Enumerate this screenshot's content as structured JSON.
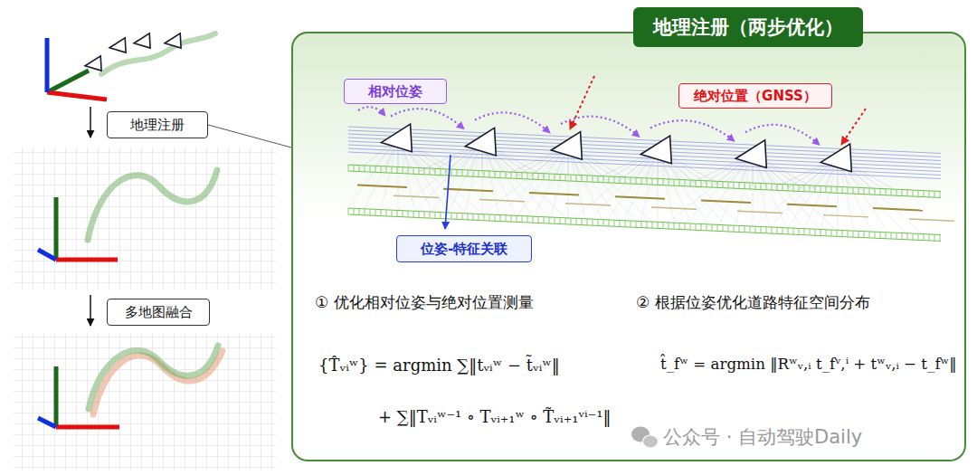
{
  "diagram": {
    "nodes": [
      {
        "text": [
          "地理注册"
        ]
      },
      {
        "text": [
          "多地图融合"
        ]
      },
      {
        "text": [
          "地理注册（两步优化）"
        ]
      },
      {
        "text": [
          "相对位姿"
        ],
        "in": 2
      },
      {
        "text": [
          "绝对位置（GNSS）"
        ],
        "in": 2
      },
      {
        "text": [
          "位姿-特征关联"
        ],
        "in": 2
      }
    ],
    "edges": [
      {
        "from": 0,
        "to": 2,
        "arrow": "none"
      }
    ],
    "labels": [
      "① 优化相对位姿与绝对位置测量",
      "② 根据位姿优化道路特征空间分布",
      "{T̂ᵥᵢʷ} = argmin ∑‖tᵥᵢʷ − t̃ᵥᵢʷ‖",
      "+ ∑‖Tᵥᵢʷ⁻¹ ∘ Tᵥᵢ₊₁ʷ ∘ T̃ᵥᵢ₊₁ᵛⁱ⁻¹‖",
      "t̂_fʷ = argmin ‖Rʷᵥ,ᵢ t_fᵛ,ⁱ + tʷᵥ,ᵢ − t_fʷ‖",
      "公众号 · 自动驾驶Daily"
    ]
  }
}
